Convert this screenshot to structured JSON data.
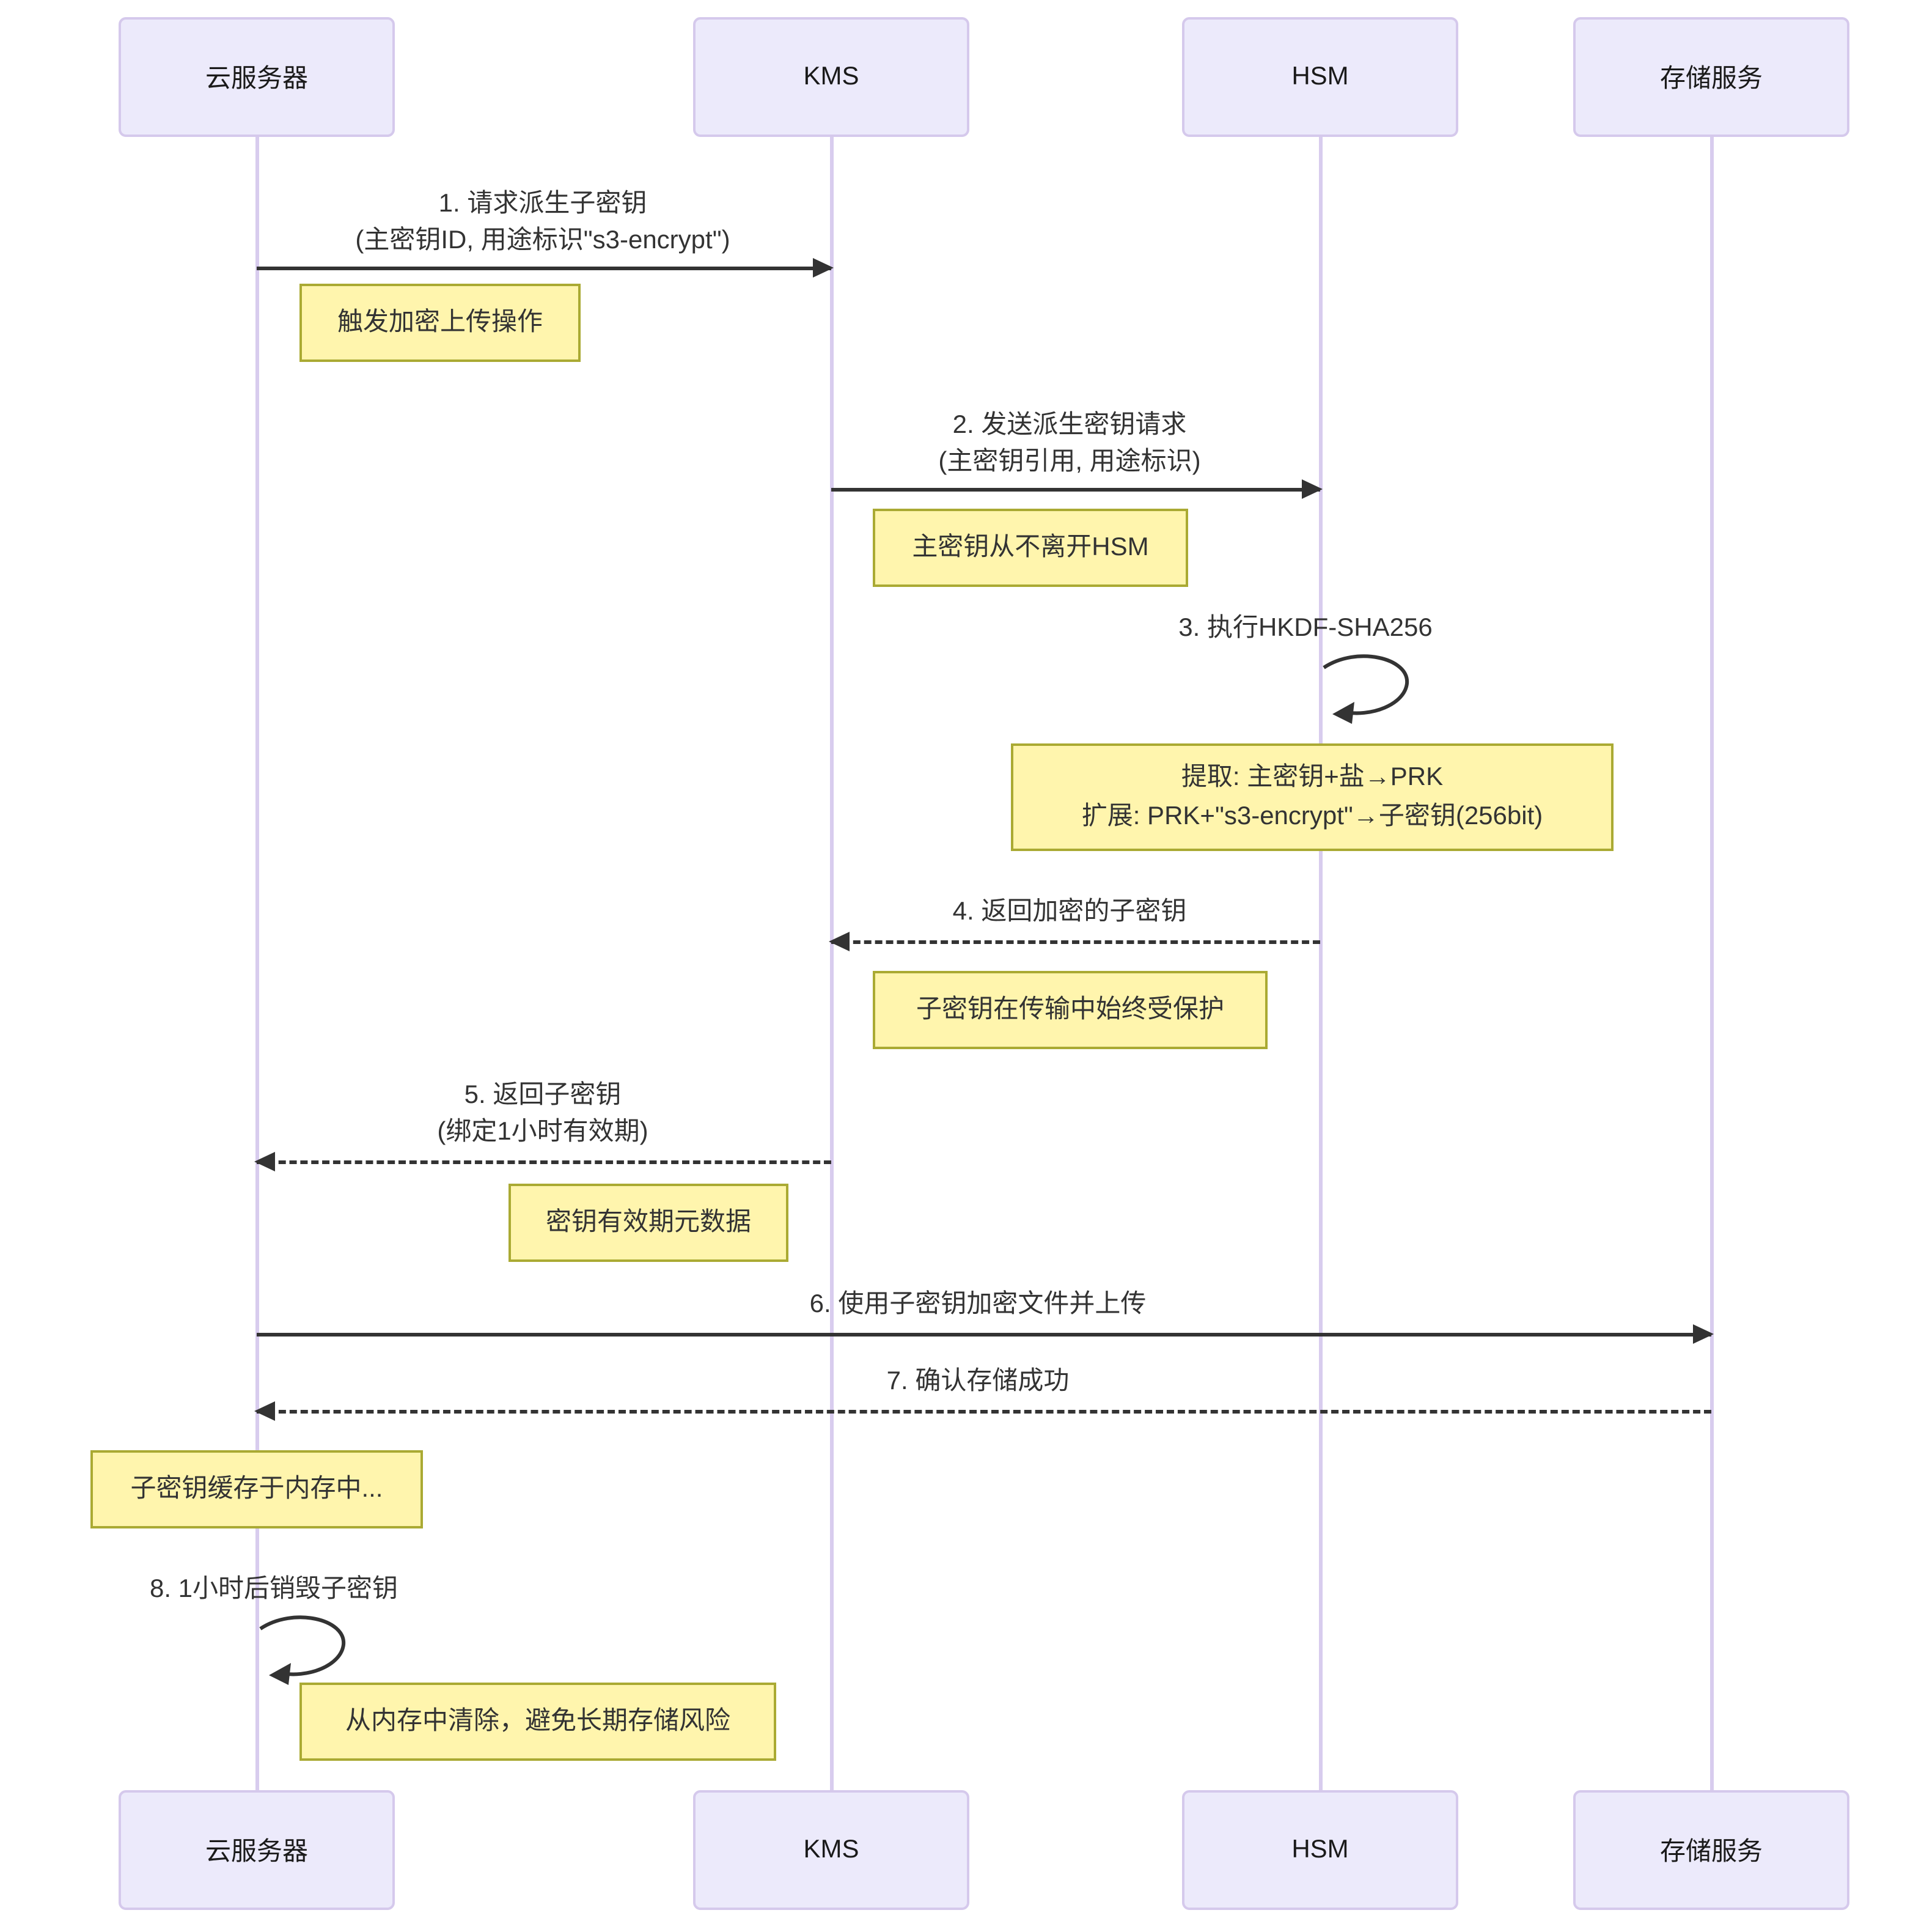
{
  "seq": {
    "actors": [
      {
        "id": "cloud-server",
        "label": "云服务器"
      },
      {
        "id": "kms",
        "label": "KMS"
      },
      {
        "id": "hsm",
        "label": "HSM"
      },
      {
        "id": "storage",
        "label": "存储服务"
      }
    ],
    "messages": [
      {
        "num": "1",
        "from": "cloud-server",
        "to": "kms",
        "style": "solid",
        "lines": [
          "1. 请求派生子密钥",
          "(主密钥ID, 用途标识\"s3-encrypt\")"
        ]
      },
      {
        "num": "2",
        "from": "kms",
        "to": "hsm",
        "style": "solid",
        "lines": [
          "2. 发送派生密钥请求",
          "(主密钥引用, 用途标识)"
        ]
      },
      {
        "num": "3",
        "from": "hsm",
        "to": "hsm",
        "style": "self",
        "lines": [
          "3. 执行HKDF-SHA256"
        ]
      },
      {
        "num": "4",
        "from": "hsm",
        "to": "kms",
        "style": "dashed",
        "lines": [
          "4. 返回加密的子密钥"
        ]
      },
      {
        "num": "5",
        "from": "kms",
        "to": "cloud-server",
        "style": "dashed",
        "lines": [
          "5. 返回子密钥",
          "(绑定1小时有效期)"
        ]
      },
      {
        "num": "6",
        "from": "cloud-server",
        "to": "storage",
        "style": "solid",
        "lines": [
          "6. 使用子密钥加密文件并上传"
        ]
      },
      {
        "num": "7",
        "from": "storage",
        "to": "cloud-server",
        "style": "dashed",
        "lines": [
          "7. 确认存储成功"
        ]
      },
      {
        "num": "8",
        "from": "cloud-server",
        "to": "cloud-server",
        "style": "self",
        "lines": [
          "8. 1小时后销毁子密钥"
        ]
      }
    ],
    "notes": [
      {
        "text": "触发加密上传操作"
      },
      {
        "text": "主密钥从不离开HSM"
      },
      {
        "lines": [
          "提取: 主密钥+盐→PRK",
          "扩展: PRK+\"s3-encrypt\"→子密钥(256bit)"
        ]
      },
      {
        "text": "子密钥在传输中始终受保护"
      },
      {
        "text": "密钥有效期元数据"
      },
      {
        "text": "子密钥缓存于内存中..."
      },
      {
        "text": "从内存中清除，避免长期存储风险"
      }
    ],
    "colors": {
      "actor_fill": "#ECEAFB",
      "actor_border": "#D5C9EC",
      "lifeline": "#D8CCEE",
      "note_fill": "#FFF5AD",
      "note_border": "#AAAA33",
      "arrow": "#333333",
      "text": "#333333"
    }
  }
}
